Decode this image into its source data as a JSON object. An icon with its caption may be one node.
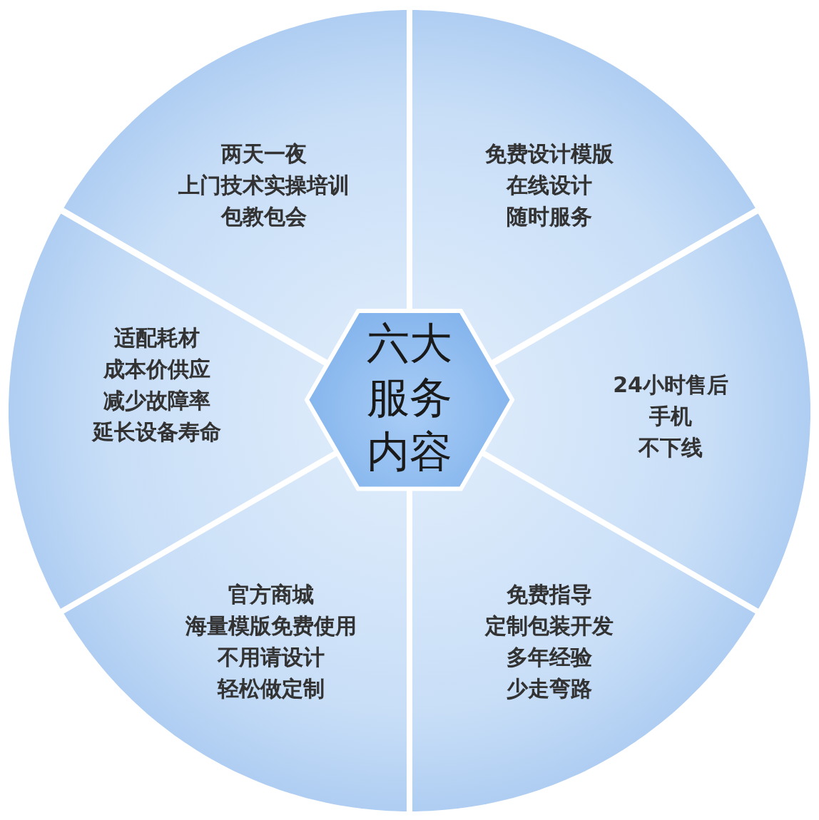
{
  "diagram": {
    "nodes": [
      {
        "text": [
          "两天一夜",
          "上门技术实操培训",
          "包教包会"
        ]
      },
      {
        "text": [
          "免费设计模版",
          "在线设计",
          "随时服务"
        ]
      },
      {
        "text": [
          "适配耗材",
          "成本价供应",
          "减少故障率",
          "延长设备寿命"
        ]
      },
      {
        "text": [
          "六大服务内容"
        ]
      },
      {
        "text": [
          "24小时售后",
          "手机",
          "不下线"
        ]
      },
      {
        "text": [
          "官方商城",
          "海量模版免费使用",
          "不用请设计",
          "轻松做定制"
        ]
      },
      {
        "text": [
          "免费指导",
          "定制包装开发",
          "多年经验",
          "少走弯路"
        ]
      }
    ]
  }
}
